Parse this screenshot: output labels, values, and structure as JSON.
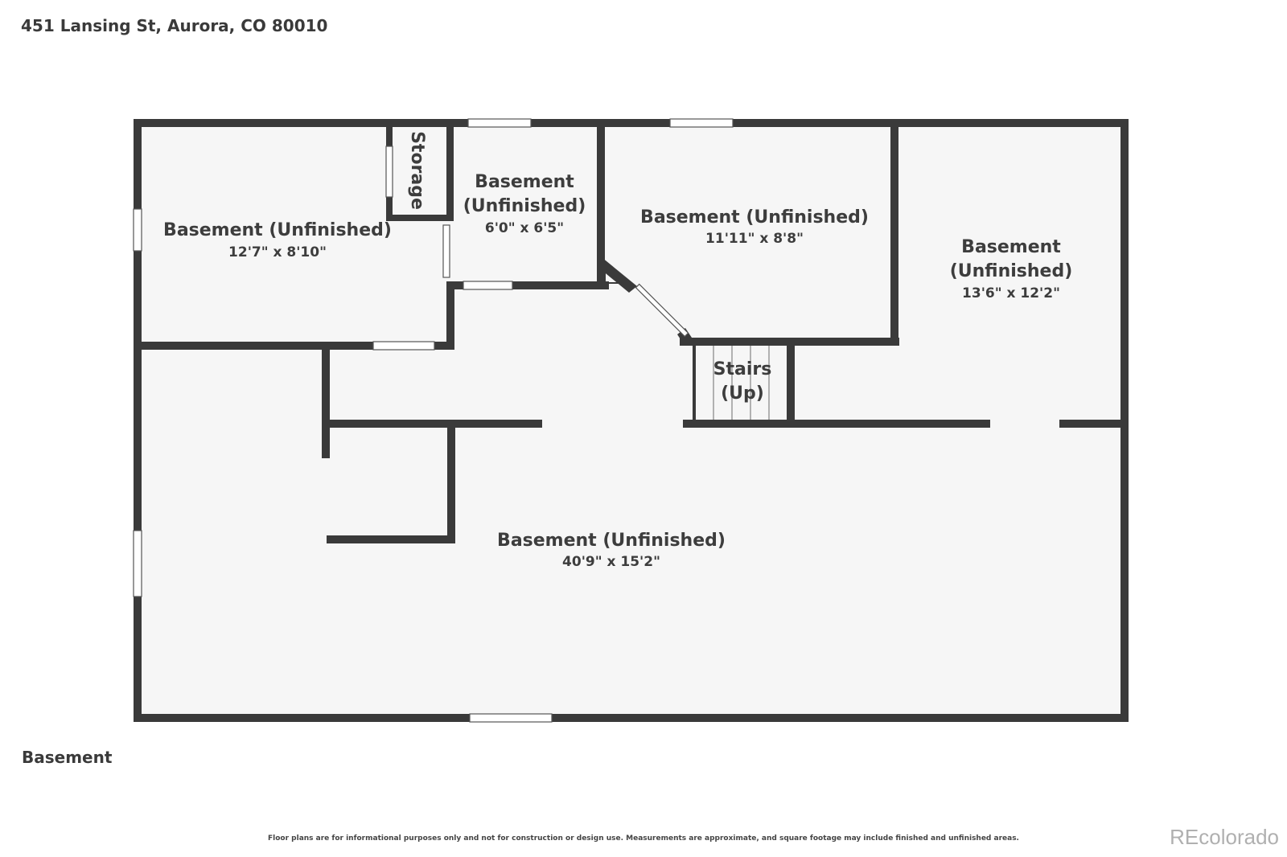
{
  "header": {
    "address": "451 Lansing St, Aurora, CO 80010"
  },
  "floor": {
    "label": "Basement"
  },
  "rooms": [
    {
      "name": "Basement (Unfinished)",
      "name_line2": "",
      "dims": "12'7\" x 8'10\""
    },
    {
      "name": "Storage"
    },
    {
      "name": "Basement",
      "name_line2": "(Unfinished)",
      "dims": "6'0\" x 6'5\""
    },
    {
      "name": "Basement (Unfinished)",
      "name_line2": "",
      "dims": "11'11\" x 8'8\""
    },
    {
      "name": "Basement",
      "name_line2": "(Unfinished)",
      "dims": "13'6\" x 12'2\""
    },
    {
      "name": "Stairs",
      "name_line2": "(Up)"
    },
    {
      "name": "Basement (Unfinished)",
      "name_line2": "",
      "dims": "40'9\" x 15'2\""
    }
  ],
  "footer": {
    "disclaimer": "Floor plans are for informational purposes only and not for construction or design use. Measurements are approximate, and square footage may include finished and unfinished areas.",
    "brand": "REcolorado"
  },
  "colors": {
    "wall": "#3a3a3a",
    "floor": "#f6f6f6",
    "background": "#ffffff"
  }
}
